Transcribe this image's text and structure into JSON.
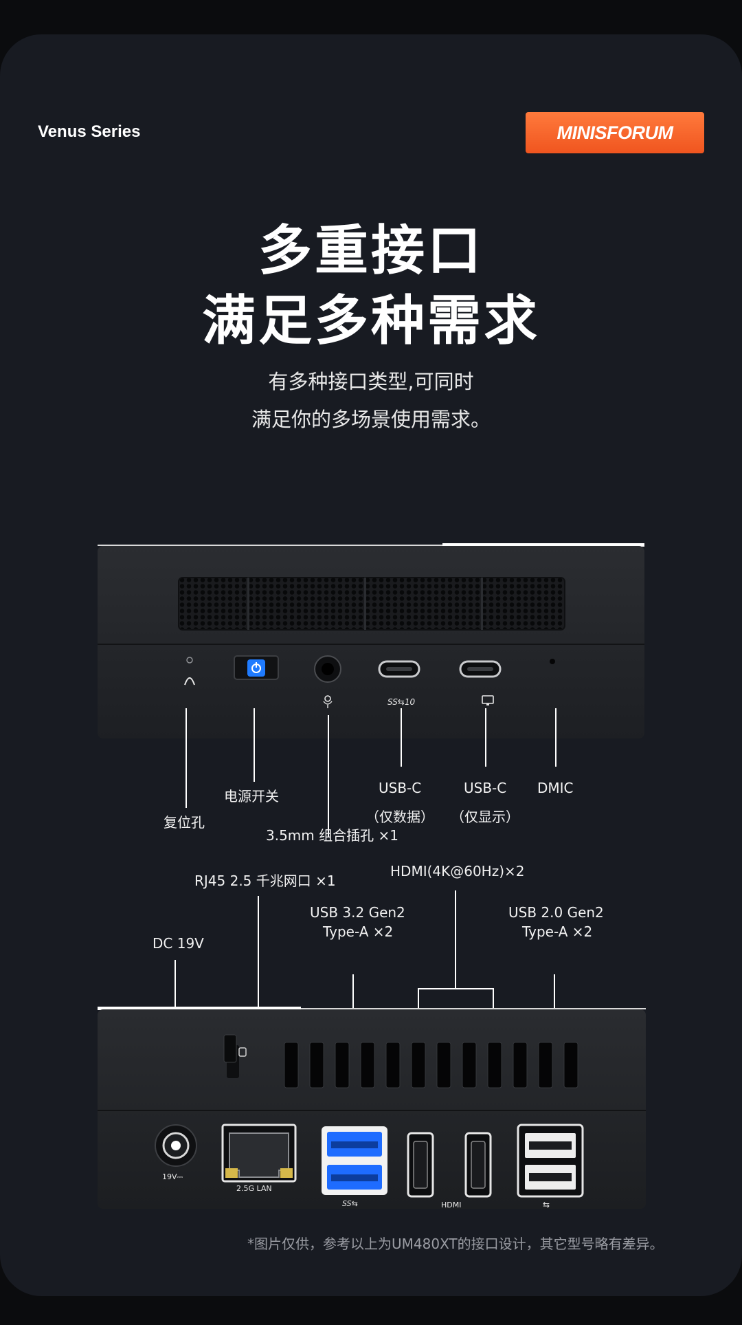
{
  "header": {
    "series": "Venus Series",
    "brand": "MINISFORUM"
  },
  "headline": {
    "line1": "多重接口",
    "line2": "满足多种需求"
  },
  "subtitle": {
    "line1": "有多种接口类型,可同时",
    "line2": "满足你的多场景使用需求。"
  },
  "front_labels": {
    "reset": "复位孔",
    "power": "电源开关",
    "audio": "3.5mm 组合插孔 ×1",
    "usbc_data_1": "USB-C",
    "usbc_data_2": "（仅数据）",
    "usbc_display_1": "USB-C",
    "usbc_display_2": "（仅显示）",
    "dmic": "DMIC"
  },
  "front_marks": {
    "ss10": "SS⇆10"
  },
  "rear_labels": {
    "dc": "DC 19V",
    "rj45": "RJ45 2.5 千兆网口 ×1",
    "usb32_1": "USB 3.2 Gen2",
    "usb32_2": "Type-A ×2",
    "hdmi": "HDMI(4K@60Hz)×2",
    "usb20_1": "USB 2.0 Gen2",
    "usb20_2": "Type-A ×2"
  },
  "rear_marks": {
    "dc_in": "19V⎓",
    "lan": "2.5G LAN",
    "ss": "SS⇆",
    "hdmi": "HDMI",
    "usb": "⇆"
  },
  "footnote": "*图片仅供，参考以上为UM480XT的接口设计，其它型号略有差异。",
  "colors": {
    "card": "#181b22",
    "accent": "#f0551f",
    "usb3_blue": "#1e6cff",
    "power_led": "#1f7bff"
  }
}
